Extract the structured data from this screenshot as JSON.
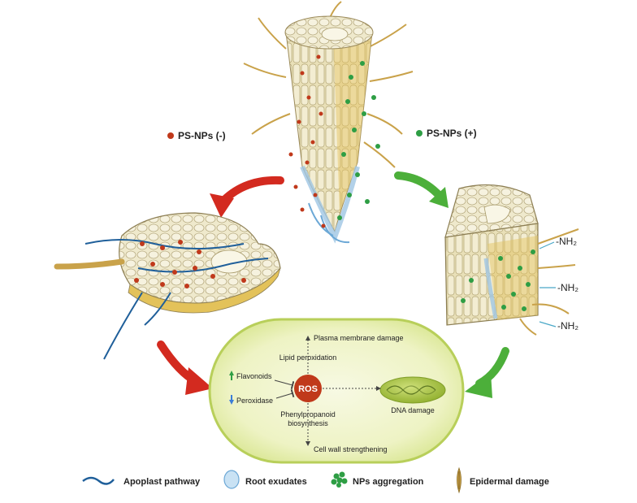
{
  "labels": {
    "ps_neg": "PS-NPs (-)",
    "ps_pos": "PS-NPs (+)",
    "nh2": "-NH₂"
  },
  "cell": {
    "membrane": "Plasma membrane damage",
    "lipid": "Lipid peroxidation",
    "flavonoids": "Flavonoids",
    "ros": "ROS",
    "peroxidase": "Peroxidase",
    "phenyl_line1": "Phenylpropanoid",
    "phenyl_line2": "biosynthesis",
    "cellwall": "Cell wall strengthening",
    "dna": "DNA damage"
  },
  "legend": {
    "apoplast": "Apoplast pathway",
    "exudates": "Root exudates",
    "aggregation": "NPs aggregation",
    "epidermal": "Epidermal damage"
  },
  "colors": {
    "red_particle": "#c0391b",
    "green_particle": "#2e9e44",
    "red_arrow": "#d32a1f",
    "green_arrow": "#4caf3a",
    "ros": "#c0391b",
    "cell_fill": "#eef3c4",
    "cell_border": "#b8cf5a",
    "apoplast_blue": "#1f5f9a",
    "tissue": "#ece6c8"
  },
  "icons": [
    "red-dot-icon",
    "green-dot-icon",
    "up-arrow-icon",
    "down-arrow-icon",
    "apoplast-icon",
    "exudate-icon",
    "aggregation-icon",
    "epidermal-icon"
  ]
}
